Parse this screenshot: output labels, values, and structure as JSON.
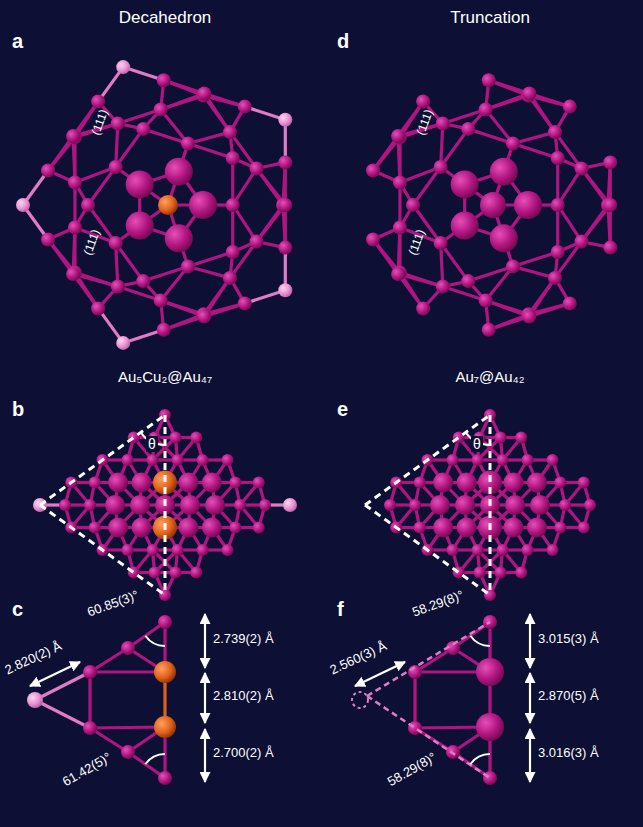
{
  "diagram": {
    "labels": [
      "Decahedron",
      "Truncation",
      "a",
      "(111)",
      "(111)",
      "d",
      "(111)",
      "(111)",
      "Au₅Cu₂@Au₄₇",
      "Au₇@Au₄₂",
      "b",
      "θ",
      "e",
      "θ",
      "c",
      "f",
      "2.820(2) Å",
      "60.85(3)°",
      "2.739(2) Å",
      "2.810(2) Å",
      "2.700(2) Å",
      "61.42(5)°",
      "2.560(3) Å",
      "58.29(8)°",
      "3.015(3) Å",
      "2.870(5) Å",
      "58.29(8)°",
      "3.016(3) Å"
    ]
  }
}
